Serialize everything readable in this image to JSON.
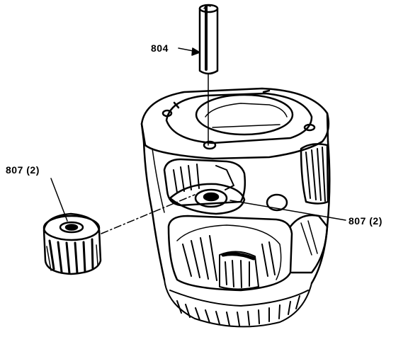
{
  "callouts": {
    "pin": "804",
    "gear_left": "807 (2)",
    "gear_right": "807 (2)"
  },
  "colors": {
    "ink": "#000000",
    "paper": "#ffffff"
  }
}
